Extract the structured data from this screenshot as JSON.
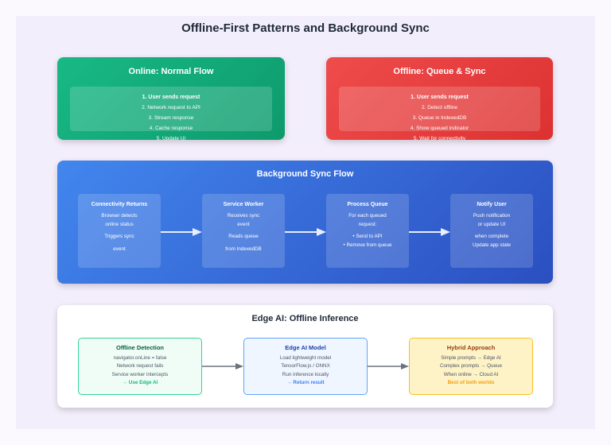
{
  "title": "Offline-First Patterns and Background Sync",
  "online": {
    "title": "Online: Normal Flow",
    "steps": [
      "1. User sends request",
      "2. Network request to API",
      "3. Stream response",
      "4. Cache response",
      "5. Update UI"
    ]
  },
  "offline": {
    "title": "Offline: Queue & Sync",
    "steps": [
      "1. User sends request",
      "2. Detect offline",
      "3. Queue in IndexedDB",
      "4. Show queued indicator",
      "5. Wait for connectivity"
    ]
  },
  "sync": {
    "title": "Background Sync Flow",
    "boxes": [
      {
        "title": "Connectivity Returns",
        "lines": [
          "Browser detects",
          "online status",
          "Triggers sync",
          "event"
        ]
      },
      {
        "title": "Service Worker",
        "lines": [
          "Receives sync",
          "event",
          "Reads queue",
          "from IndexedDB"
        ]
      },
      {
        "title": "Process Queue",
        "lines": [
          "For each queued",
          "request:",
          "• Send to API",
          "• Remove from queue"
        ]
      },
      {
        "title": "Notify User",
        "lines": [
          "Push notification",
          "or update UI",
          "when complete",
          "Update app state"
        ]
      }
    ]
  },
  "edge": {
    "title": "Edge AI: Offline Inference",
    "boxes": [
      {
        "title": "Offline Detection",
        "lines": [
          "navigator.onLine = false",
          "Network request fails",
          "Service worker intercepts"
        ],
        "highlight": "→ Use Edge AI",
        "color": "#10b981"
      },
      {
        "title": "Edge AI Model",
        "lines": [
          "Load lightweight model",
          "TensorFlow.js / ONNX",
          "Run inference locally"
        ],
        "highlight": "→ Return result",
        "color": "#3b82f6"
      },
      {
        "title": "Hybrid Approach",
        "lines": [
          "Simple prompts → Edge AI",
          "Complex prompts → Queue",
          "When online → Cloud AI"
        ],
        "highlight": "Best of both worlds",
        "color": "#f59e0b"
      }
    ]
  }
}
